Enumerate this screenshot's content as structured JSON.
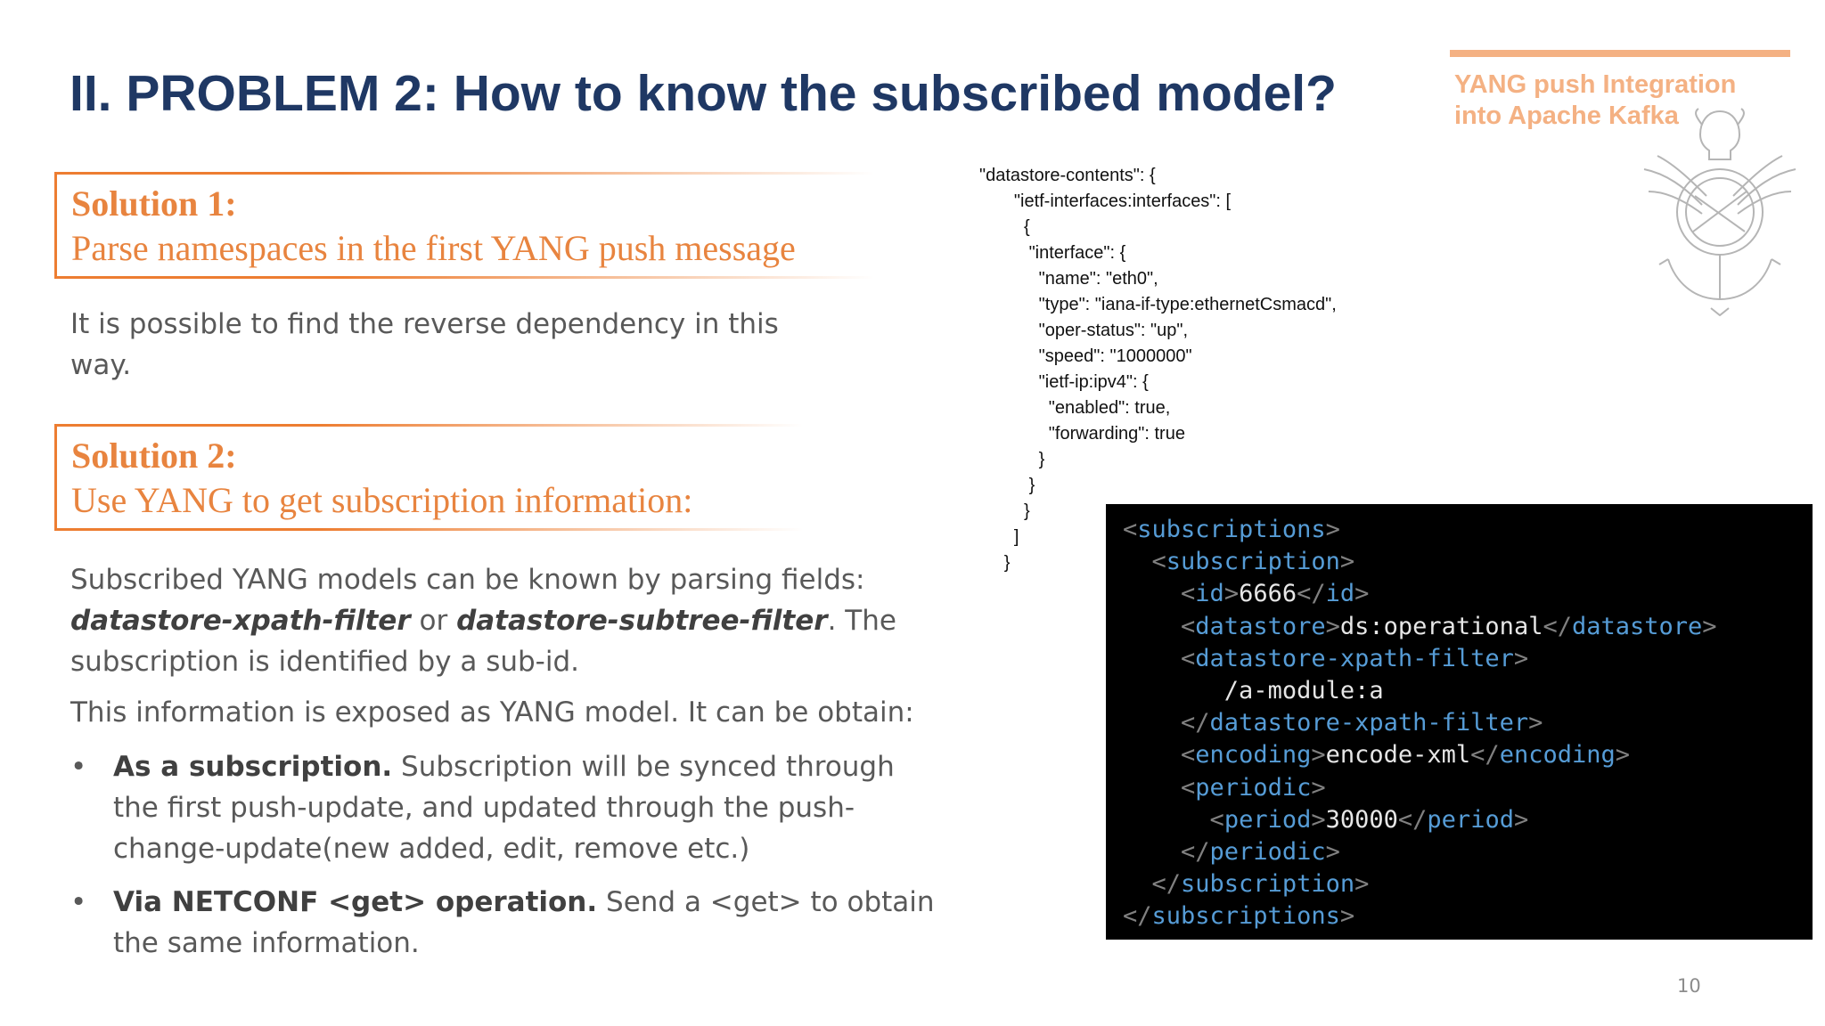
{
  "slide": {
    "title": "II. PROBLEM 2: How to know the subscribed model?",
    "brand_line1": "YANG push Integration",
    "brand_line2": "into Apache Kafka",
    "logo_icon": "academic-crest-logo",
    "page_number": "10"
  },
  "solution1": {
    "heading": "Solution 1:",
    "text": "Parse namespaces in the first YANG push message",
    "body": "It is possible to find the reverse dependency in this way."
  },
  "solution2": {
    "heading": "Solution 2:",
    "text": "Use YANG to get subscription information:",
    "body_intro": "Subscribed YANG models can be known by parsing fields:",
    "field1": "datastore-xpath-filter",
    "or_word": "or",
    "field2": "datastore-subtree-filter",
    "body_outro": ". The subscription is identified by a sub-id.",
    "exposed": "This information is exposed as YANG model. It can be obtain:",
    "bullets": [
      {
        "bold": "As a subscription.",
        "text": " Subscription will be synced through the first push-update, and updated through the push-change-update(new added, edit, remove etc.)"
      },
      {
        "bold": "Via NETCONF <get> operation.",
        "text": " Send a <get> to obtain the same information."
      }
    ]
  },
  "json_example": [
    "\"datastore-contents\": {",
    "       \"ietf-interfaces:interfaces\": [",
    "         {",
    "          \"interface\": {",
    "            \"name\": \"eth0\",",
    "            \"type\": \"iana-if-type:ethernetCsmacd\",",
    "            \"oper-status\": \"up\",",
    "            \"speed\": \"1000000\"",
    "            \"ietf-ip:ipv4\": {",
    "              \"enabled\": true,",
    "              \"forwarding\": true",
    "            }",
    "          }",
    "         }",
    "       ]",
    "     }"
  ],
  "xml_example": {
    "l1_tag": "subscriptions",
    "l2_tag": "subscription",
    "id_tag": "id",
    "id_val": "6666",
    "ds_tag": "datastore",
    "ds_val": "ds:operational",
    "xpath_tag": "datastore-xpath-filter",
    "xpath_val": "/a-module:a",
    "enc_tag": "encoding",
    "enc_val": "encode-xml",
    "periodic_tag": "periodic",
    "period_tag": "period",
    "period_val": "30000",
    "lt": "<",
    "lt_slash": "</",
    "gt": ">"
  }
}
